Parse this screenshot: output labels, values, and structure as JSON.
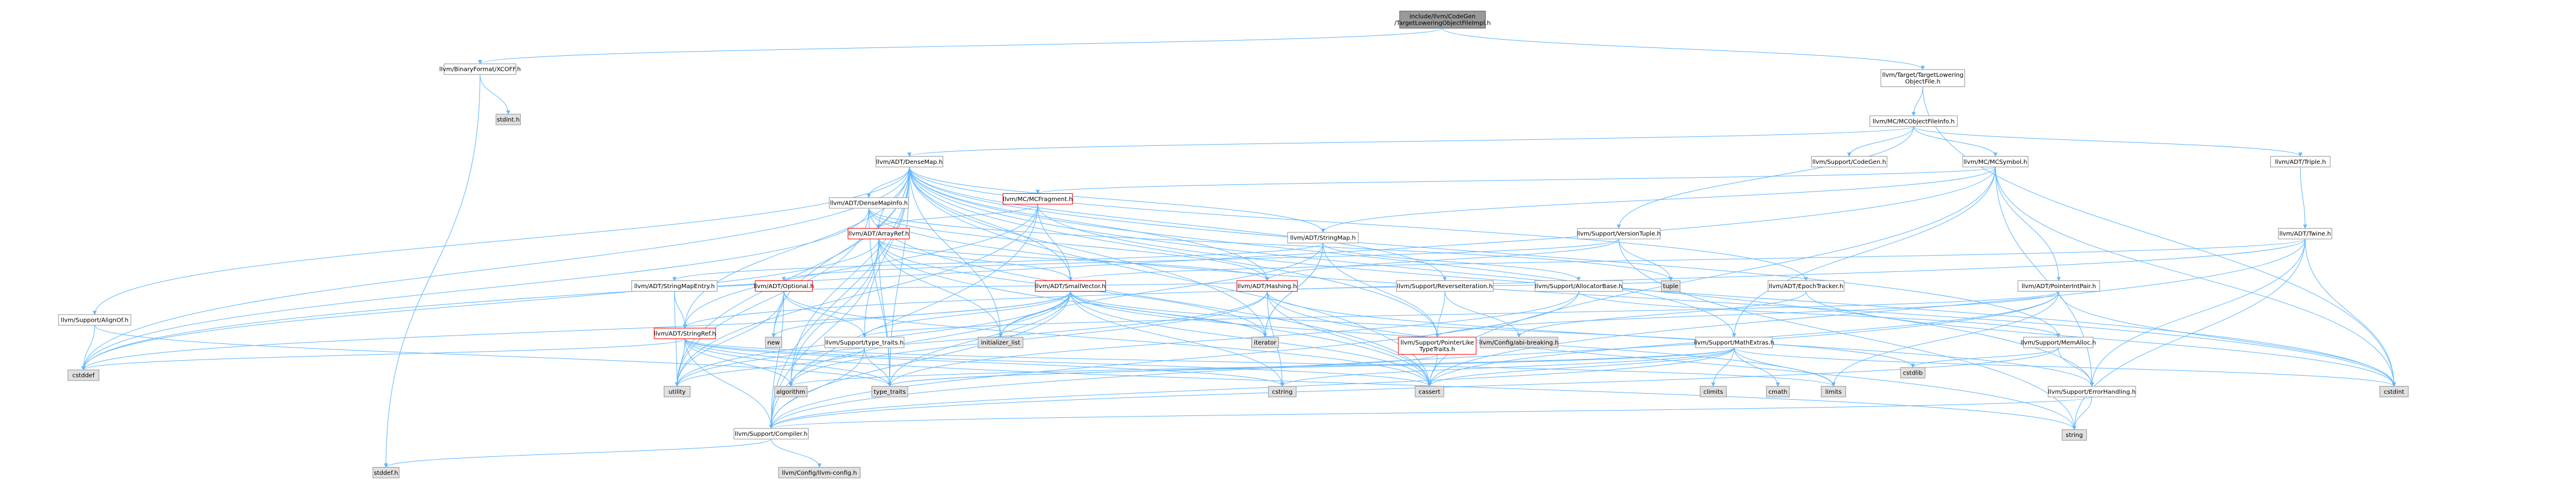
{
  "graph": {
    "colors": {
      "edge": "#63b8ff",
      "node_fill": "#ffffff",
      "node_border": "#999999",
      "root_fill": "#999999",
      "root_border": "#666666",
      "system_fill": "#e0e0e0",
      "system_border": "#999999",
      "truncated_border": "#ff0000",
      "text": "#000000"
    },
    "nodes": [
      {
        "id": "root",
        "lines": [
          "include/llvm/CodeGen",
          "/TargetLoweringObjectFileImpl.h"
        ],
        "kind": "root"
      },
      {
        "id": "xcoff",
        "lines": [
          "llvm/BinaryFormat/XCOFF.h"
        ],
        "kind": "normal"
      },
      {
        "id": "tlof",
        "lines": [
          "llvm/Target/TargetLowering",
          "ObjectFile.h"
        ],
        "kind": "normal"
      },
      {
        "id": "stdint_h",
        "lines": [
          "stdint.h"
        ],
        "kind": "system"
      },
      {
        "id": "mcobjfileinfo",
        "lines": [
          "llvm/MC/MCObjectFileInfo.h"
        ],
        "kind": "normal"
      },
      {
        "id": "densemap",
        "lines": [
          "llvm/ADT/DenseMap.h"
        ],
        "kind": "normal"
      },
      {
        "id": "codegen",
        "lines": [
          "llvm/Support/CodeGen.h"
        ],
        "kind": "normal"
      },
      {
        "id": "mcsymbol",
        "lines": [
          "llvm/MC/MCSymbol.h"
        ],
        "kind": "normal"
      },
      {
        "id": "triple",
        "lines": [
          "llvm/ADT/Triple.h"
        ],
        "kind": "normal"
      },
      {
        "id": "mcfragment",
        "lines": [
          "llvm/MC/MCFragment.h"
        ],
        "kind": "truncated"
      },
      {
        "id": "densemapinfo",
        "lines": [
          "llvm/ADT/DenseMapInfo.h"
        ],
        "kind": "normal"
      },
      {
        "id": "arrayref",
        "lines": [
          "llvm/ADT/ArrayRef.h"
        ],
        "kind": "truncated"
      },
      {
        "id": "stringmap",
        "lines": [
          "llvm/ADT/StringMap.h"
        ],
        "kind": "normal"
      },
      {
        "id": "versiontuple",
        "lines": [
          "llvm/Support/VersionTuple.h"
        ],
        "kind": "normal"
      },
      {
        "id": "twine",
        "lines": [
          "llvm/ADT/Twine.h"
        ],
        "kind": "normal"
      },
      {
        "id": "alignof",
        "lines": [
          "llvm/Support/AlignOf.h"
        ],
        "kind": "normal"
      },
      {
        "id": "stringmapentry",
        "lines": [
          "llvm/ADT/StringMapEntry.h"
        ],
        "kind": "normal"
      },
      {
        "id": "optional",
        "lines": [
          "llvm/ADT/Optional.h"
        ],
        "kind": "truncated"
      },
      {
        "id": "smallvector",
        "lines": [
          "llvm/ADT/SmallVector.h"
        ],
        "kind": "truncated"
      },
      {
        "id": "hashing",
        "lines": [
          "llvm/ADT/Hashing.h"
        ],
        "kind": "truncated"
      },
      {
        "id": "reverseiter",
        "lines": [
          "llvm/Support/ReverseIteration.h"
        ],
        "kind": "normal"
      },
      {
        "id": "allocatorbase",
        "lines": [
          "llvm/Support/AllocatorBase.h"
        ],
        "kind": "normal"
      },
      {
        "id": "epochtracker",
        "lines": [
          "llvm/ADT/EpochTracker.h"
        ],
        "kind": "normal"
      },
      {
        "id": "pointerintpair",
        "lines": [
          "llvm/ADT/PointerIntPair.h"
        ],
        "kind": "normal"
      },
      {
        "id": "tuple",
        "lines": [
          "tuple"
        ],
        "kind": "system"
      },
      {
        "id": "stringref",
        "lines": [
          "llvm/ADT/StringRef.h"
        ],
        "kind": "truncated"
      },
      {
        "id": "new",
        "lines": [
          "new"
        ],
        "kind": "system"
      },
      {
        "id": "typetraits_h",
        "lines": [
          "llvm/Support/type_traits.h"
        ],
        "kind": "normal"
      },
      {
        "id": "init_list",
        "lines": [
          "initializer_list"
        ],
        "kind": "system"
      },
      {
        "id": "iterator",
        "lines": [
          "iterator"
        ],
        "kind": "system"
      },
      {
        "id": "ptrliketraits",
        "lines": [
          "llvm/Support/PointerLike",
          "TypeTraits.h"
        ],
        "kind": "truncated"
      },
      {
        "id": "abibreaking",
        "lines": [
          "llvm/Config/abi-breaking.h"
        ],
        "kind": "system"
      },
      {
        "id": "mathextras",
        "lines": [
          "llvm/Support/MathExtras.h"
        ],
        "kind": "normal"
      },
      {
        "id": "memalloc",
        "lines": [
          "llvm/Support/MemAlloc.h"
        ],
        "kind": "normal"
      },
      {
        "id": "cstddef",
        "lines": [
          "cstddef"
        ],
        "kind": "system"
      },
      {
        "id": "utility",
        "lines": [
          "utility"
        ],
        "kind": "system"
      },
      {
        "id": "algorithm",
        "lines": [
          "algorithm"
        ],
        "kind": "system"
      },
      {
        "id": "type_traits",
        "lines": [
          "type_traits"
        ],
        "kind": "system"
      },
      {
        "id": "cstring",
        "lines": [
          "cstring"
        ],
        "kind": "system"
      },
      {
        "id": "cassert",
        "lines": [
          "cassert"
        ],
        "kind": "system"
      },
      {
        "id": "climits",
        "lines": [
          "climits"
        ],
        "kind": "system"
      },
      {
        "id": "cmath",
        "lines": [
          "cmath"
        ],
        "kind": "system"
      },
      {
        "id": "limits",
        "lines": [
          "limits"
        ],
        "kind": "system"
      },
      {
        "id": "cstdlib",
        "lines": [
          "cstdlib"
        ],
        "kind": "system"
      },
      {
        "id": "errorhandling",
        "lines": [
          "llvm/Support/ErrorHandling.h"
        ],
        "kind": "normal"
      },
      {
        "id": "cstdint",
        "lines": [
          "cstdint"
        ],
        "kind": "system"
      },
      {
        "id": "string",
        "lines": [
          "string"
        ],
        "kind": "system"
      },
      {
        "id": "compiler",
        "lines": [
          "llvm/Support/Compiler.h"
        ],
        "kind": "normal"
      },
      {
        "id": "stddef_h",
        "lines": [
          "stddef.h"
        ],
        "kind": "system"
      },
      {
        "id": "llvmconfig",
        "lines": [
          "llvm/Config/llvm-config.h"
        ],
        "kind": "system"
      }
    ],
    "edges": [
      [
        "root",
        "xcoff"
      ],
      [
        "root",
        "tlof"
      ],
      [
        "xcoff",
        "stdint_h"
      ],
      [
        "xcoff",
        "stddef_h"
      ],
      [
        "tlof",
        "mcobjfileinfo"
      ],
      [
        "tlof",
        "cstdint"
      ],
      [
        "mcobjfileinfo",
        "densemap"
      ],
      [
        "mcobjfileinfo",
        "codegen"
      ],
      [
        "mcobjfileinfo",
        "mcsymbol"
      ],
      [
        "mcobjfileinfo",
        "triple"
      ],
      [
        "mcobjfileinfo",
        "versiontuple"
      ],
      [
        "densemap",
        "densemapinfo"
      ],
      [
        "densemap",
        "epochtracker"
      ],
      [
        "densemap",
        "alignof"
      ],
      [
        "densemap",
        "compiler"
      ],
      [
        "densemap",
        "mathextras"
      ],
      [
        "densemap",
        "memalloc"
      ],
      [
        "densemap",
        "reverseiter"
      ],
      [
        "densemap",
        "typetraits_h"
      ],
      [
        "densemap",
        "algorithm"
      ],
      [
        "densemap",
        "cassert"
      ],
      [
        "densemap",
        "cstddef"
      ],
      [
        "densemap",
        "init_list"
      ],
      [
        "densemap",
        "iterator"
      ],
      [
        "densemap",
        "new"
      ],
      [
        "densemap",
        "type_traits"
      ],
      [
        "densemap",
        "utility"
      ],
      [
        "densemap",
        "stringmap"
      ],
      [
        "densemap",
        "arrayref"
      ],
      [
        "densemap",
        "smallvector"
      ],
      [
        "densemap",
        "hashing"
      ],
      [
        "densemap",
        "stringref"
      ],
      [
        "densemap",
        "ptrliketraits"
      ],
      [
        "densemap",
        "errorhandling"
      ],
      [
        "mcsymbol",
        "mcfragment"
      ],
      [
        "mcsymbol",
        "pointerintpair"
      ],
      [
        "mcsymbol",
        "stringmap"
      ],
      [
        "mcsymbol",
        "errorhandling"
      ],
      [
        "mcsymbol",
        "cassert"
      ],
      [
        "mcsymbol",
        "cstddef"
      ],
      [
        "mcsymbol",
        "cstdint"
      ],
      [
        "mcsymbol",
        "mathextras"
      ],
      [
        "triple",
        "twine"
      ],
      [
        "mcfragment",
        "arrayref"
      ],
      [
        "mcfragment",
        "smallvector"
      ],
      [
        "mcfragment",
        "stringref"
      ],
      [
        "mcfragment",
        "compiler"
      ],
      [
        "mcfragment",
        "cstdint"
      ],
      [
        "mcfragment",
        "utility"
      ],
      [
        "densemapinfo",
        "hashing"
      ],
      [
        "densemapinfo",
        "cassert"
      ],
      [
        "densemapinfo",
        "cstddef"
      ],
      [
        "densemapinfo",
        "cstdint"
      ],
      [
        "densemapinfo",
        "tuple"
      ],
      [
        "densemapinfo",
        "type_traits"
      ],
      [
        "densemapinfo",
        "utility"
      ],
      [
        "arrayref",
        "hashing"
      ],
      [
        "arrayref",
        "smallvector"
      ],
      [
        "arrayref",
        "compiler"
      ],
      [
        "arrayref",
        "algorithm"
      ],
      [
        "arrayref",
        "array_b"
      ],
      [
        "arrayref",
        "cassert"
      ],
      [
        "arrayref",
        "cstddef"
      ],
      [
        "arrayref",
        "init_list"
      ],
      [
        "arrayref",
        "iterator"
      ],
      [
        "arrayref",
        "memory"
      ],
      [
        "arrayref",
        "type_traits"
      ],
      [
        "arrayref",
        "vector"
      ],
      [
        "stringmap",
        "stringmapentry"
      ],
      [
        "stringmap",
        "iterator"
      ],
      [
        "stringmap",
        "allocatorbase"
      ],
      [
        "stringmap",
        "ptrliketraits"
      ],
      [
        "stringmap",
        "init_list"
      ],
      [
        "stringmap",
        "iterator"
      ],
      [
        "versiontuple",
        "optional"
      ],
      [
        "versiontuple",
        "hashing"
      ],
      [
        "versiontuple",
        "tuple"
      ],
      [
        "versiontuple",
        "string"
      ],
      [
        "twine",
        "smallvector"
      ],
      [
        "twine",
        "stringref"
      ],
      [
        "twine",
        "errorhandling"
      ],
      [
        "twine",
        "cassert"
      ],
      [
        "twine",
        "cstdint"
      ],
      [
        "twine",
        "string"
      ],
      [
        "alignof",
        "type_traits"
      ],
      [
        "alignof",
        "cstddef"
      ],
      [
        "stringmapentry",
        "optional"
      ],
      [
        "stringmapentry",
        "stringref"
      ],
      [
        "stringmapentry",
        "utility"
      ],
      [
        "optional",
        "hashing"
      ],
      [
        "optional",
        "compiler"
      ],
      [
        "optional",
        "typetraits_h"
      ],
      [
        "optional",
        "new"
      ],
      [
        "optional",
        "utility"
      ],
      [
        "optional",
        "cassert"
      ],
      [
        "smallvector",
        "compiler"
      ],
      [
        "smallvector",
        "typetraits_h"
      ],
      [
        "smallvector",
        "algorithm"
      ],
      [
        "smallvector",
        "cassert"
      ],
      [
        "smallvector",
        "cstddef"
      ],
      [
        "smallvector",
        "cstdlib"
      ],
      [
        "smallvector",
        "cstring"
      ],
      [
        "smallvector",
        "functional"
      ],
      [
        "smallvector",
        "init_list"
      ],
      [
        "smallvector",
        "iterator"
      ],
      [
        "smallvector",
        "limits"
      ],
      [
        "smallvector",
        "memory"
      ],
      [
        "smallvector",
        "new"
      ],
      [
        "smallvector",
        "type_traits"
      ],
      [
        "smallvector",
        "utility"
      ],
      [
        "hashing",
        "errorhandling"
      ],
      [
        "hashing",
        "algorithm"
      ],
      [
        "hashing",
        "cassert"
      ],
      [
        "hashing",
        "cstring"
      ],
      [
        "hashing",
        "string"
      ],
      [
        "hashing",
        "tuple"
      ],
      [
        "hashing",
        "utility"
      ],
      [
        "reverseiter",
        "ptrliketraits"
      ],
      [
        "reverseiter",
        "abibreaking"
      ],
      [
        "allocatorbase",
        "compiler"
      ],
      [
        "allocatorbase",
        "memalloc"
      ],
      [
        "allocatorbase",
        "type_traits"
      ],
      [
        "epochtracker",
        "abibreaking"
      ],
      [
        "epochtracker",
        "cstdint"
      ],
      [
        "pointerintpair",
        "ptrliketraits"
      ],
      [
        "pointerintpair",
        "compiler"
      ],
      [
        "pointerintpair",
        "typetraits_h"
      ],
      [
        "pointerintpair",
        "cassert"
      ],
      [
        "pointerintpair",
        "cstdint"
      ],
      [
        "pointerintpair",
        "limits"
      ],
      [
        "stringref",
        "compiler"
      ],
      [
        "stringref",
        "algorithm"
      ],
      [
        "stringref",
        "cassert"
      ],
      [
        "stringref",
        "cstddef"
      ],
      [
        "stringref",
        "cstring"
      ],
      [
        "stringref",
        "limits"
      ],
      [
        "stringref",
        "string"
      ],
      [
        "stringref",
        "type_traits"
      ],
      [
        "stringref",
        "utility"
      ],
      [
        "typetraits_h",
        "compiler"
      ],
      [
        "typetraits_h",
        "type_traits"
      ],
      [
        "typetraits_h",
        "utility"
      ],
      [
        "ptrliketraits",
        "type_traits"
      ],
      [
        "ptrliketraits",
        "cassert"
      ],
      [
        "mathextras",
        "compiler"
      ],
      [
        "mathextras",
        "cassert"
      ],
      [
        "mathextras",
        "climits"
      ],
      [
        "mathextras",
        "cmath"
      ],
      [
        "mathextras",
        "cstdint"
      ],
      [
        "mathextras",
        "cstring"
      ],
      [
        "mathextras",
        "limits"
      ],
      [
        "mathextras",
        "type_traits"
      ],
      [
        "mathextras",
        "algorithm"
      ],
      [
        "memalloc",
        "compiler"
      ],
      [
        "memalloc",
        "errorhandling"
      ],
      [
        "memalloc",
        "cstdlib"
      ],
      [
        "errorhandling",
        "compiler"
      ],
      [
        "errorhandling",
        "string"
      ],
      [
        "compiler",
        "llvmconfig"
      ],
      [
        "compiler",
        "stddef_h"
      ]
    ]
  }
}
